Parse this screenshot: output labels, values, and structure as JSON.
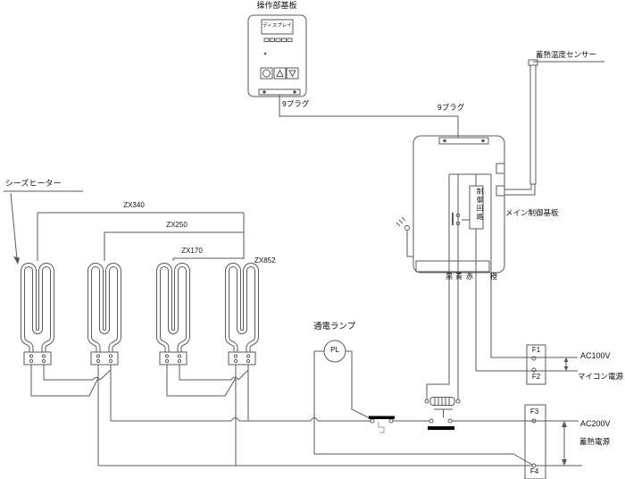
{
  "operation_panel": {
    "title": "操作部基板",
    "display_label": "ディスプレイ",
    "plug_label": "9プラグ"
  },
  "main_board": {
    "plug_label": "9プラグ",
    "board_label": "メイン制御基板",
    "control_circuit": "制御回路",
    "sensor_label": "蓄熱温度センサー",
    "wire_black": "黒",
    "wire_blue": "青",
    "wire_red": "赤",
    "wire_orange": "橙"
  },
  "heaters": {
    "section_label": "シーズヒーター",
    "models": [
      "ZX340",
      "ZX250",
      "ZX170",
      "ZX852"
    ]
  },
  "lamp": {
    "label": "通電ランプ",
    "symbol": "PL"
  },
  "power_supply": {
    "fuse1": "F1",
    "fuse2": "F2",
    "fuse3": "F3",
    "fuse4": "F4",
    "ac100_label": "AC100V",
    "ac100_name": "マイコン電源",
    "ac200_label": "AC200V",
    "ac200_name": "蓄熱電源"
  },
  "colors": {
    "line": "#5a5a5a",
    "contact_bar": "#000000",
    "background": "#ffffff"
  }
}
